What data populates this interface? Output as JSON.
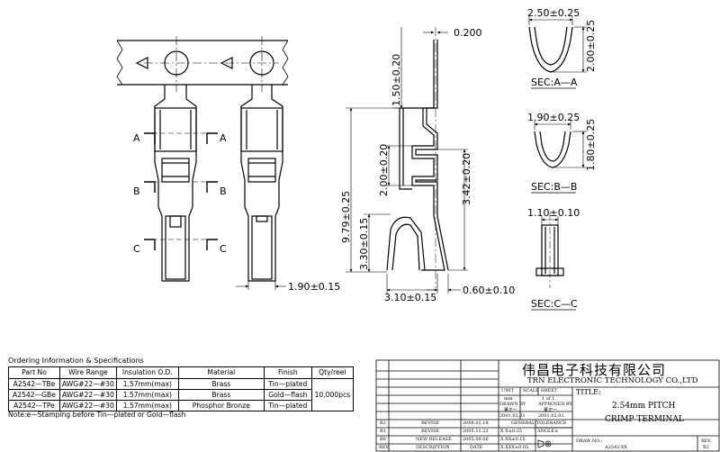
{
  "views": {
    "front_dims": {
      "width": "1.90±0.15",
      "a_label": "A",
      "b_label": "B",
      "c_label": "C"
    },
    "side_dims": {
      "thickness": "0.200",
      "top_height": "1.50±0.20",
      "mid_height": "2.00±0.20",
      "total_length": "9.79±0.25",
      "right_height": "3.42±0.20",
      "bottom_height": "3.30±0.15",
      "bottom_width": "3.10±0.15",
      "offset": "0.60±0.10"
    },
    "sections": [
      {
        "top_dim": "2.50±0.25",
        "side_dim": "2.00±0.25",
        "caption": "SEC:A—A"
      },
      {
        "top_dim": "1.90±0.25",
        "side_dim": "1.80±0.25",
        "caption": "SEC:B—B"
      },
      {
        "top_dim": "1.10±0.10",
        "caption": "SEC:C—C"
      }
    ]
  },
  "ordering": {
    "caption": "Ordering Information & Specifications",
    "headers": [
      "Part No",
      "Wire Range",
      "Insulation O.D.",
      "Material",
      "Finish",
      "Qty/reel"
    ],
    "rows": [
      [
        "A2542—TBe",
        "AWG#22—#30",
        "1.57mm(max)",
        "Brass",
        "Tin—plated"
      ],
      [
        "A2542—GBe",
        "AWG#22—#30",
        "1.57mm(max)",
        "Brass",
        "Gold—flash"
      ],
      [
        "A2542—TPe",
        "AWG#22—#30",
        "1.57mm(max)",
        "Phosphor Bronze",
        "Tin—plated"
      ]
    ],
    "qty": "10,000pcs",
    "note": "Note:e—Stamping before Tin—plated or Gold—flash"
  },
  "title_block": {
    "company_cn": "伟昌电子科技有限公司",
    "company_en": "TRN ELECTRONIC TECHNOLOGY CO.,LTD",
    "unit_label": "UNIT",
    "unit_value": "mm",
    "scale_label": "SCALE",
    "sheet_label": "SHEET",
    "sheet_value": "1 of 1",
    "title_label": "TITLE:",
    "title_line1": "2.54mm PITCH",
    "title_line2": "CRIMP TERMINAL",
    "drawn_by": "DRAWN BY",
    "approved_by": "APPROVED BY",
    "drawn_name": "董正一",
    "approved_name": "董正一",
    "drawn_date": "2001.02.01",
    "approved_date": "2001.02.01",
    "tolerance_label": "GENERAL TOLERANCE",
    "tolerances": [
      "X X±0.25",
      "X.XX±0.15",
      "X.XXX±0.05"
    ],
    "angle_label": "ANGLE±",
    "revisions": [
      [
        "B2",
        "REVISE",
        "2008.01.18"
      ],
      [
        "B1",
        "REVISE",
        "2005.11.22"
      ],
      [
        "B0",
        "NEW RELEASE",
        "2005.09.06"
      ]
    ],
    "rev_header": [
      "REV.",
      "DESCRIPTION",
      "DATE"
    ],
    "drawing_no_label": "DRAW NO.:",
    "drawing_no": "A2542-XX",
    "rev_label": "REV.",
    "rev_value": "B2"
  }
}
